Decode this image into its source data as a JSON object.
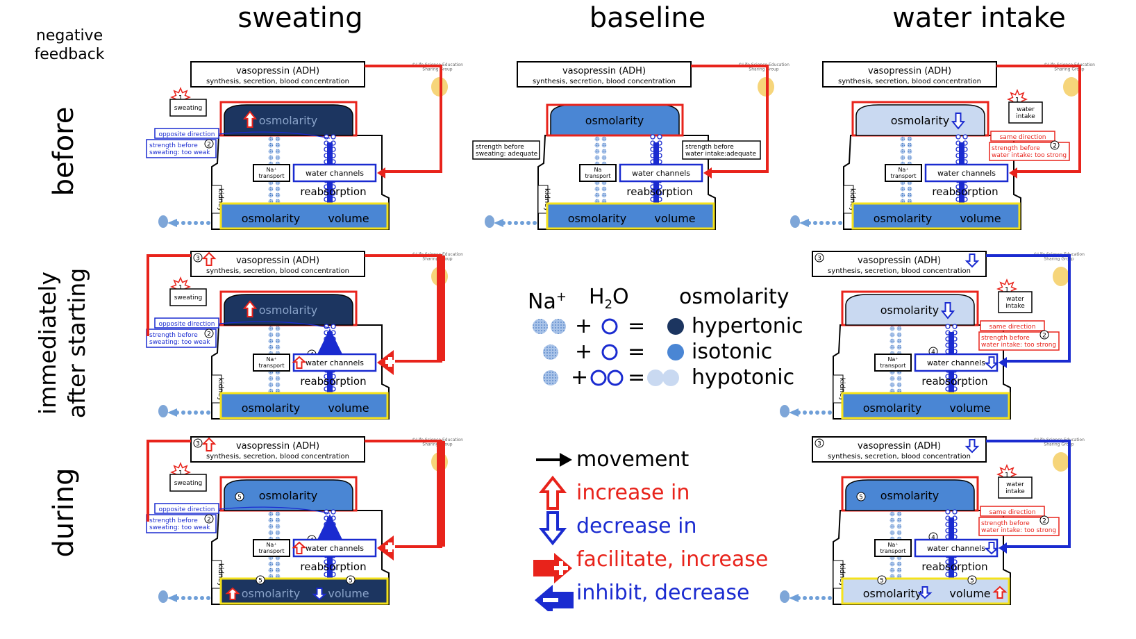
{
  "header": {
    "negative_feedback": "negative\nfeedback",
    "columns": [
      "sweating",
      "baseline",
      "water intake"
    ],
    "rows": [
      "before",
      "immediately\nafter starting",
      "during"
    ]
  },
  "diagram_text": {
    "adh_title": "vasopressin (ADH)",
    "adh_sub": "synthesis, secretion, blood concentration",
    "credit": "©Life Science Education\nSharing Group",
    "osmolarity": "osmolarity",
    "volume": "volume",
    "reabsorption": "reabsorption",
    "water_channels": "water channels",
    "na_transport": "Na⁺\ntransport",
    "na_transport_baseline": "Na\ntransport",
    "kidney": "kidney",
    "sweating": "sweating",
    "water_intake": "water\nintake",
    "opposite_direction": "opposite direction",
    "same_direction": "same direction",
    "strength_sweating_weak": "strength before\nsweating: too weak",
    "strength_sweating_adequate": "strength before\nsweating: adequate",
    "strength_intake_adequate": "strength before\nwater intake:adequate",
    "strength_intake_strong": "strength before\nwater intake: too strong",
    "step1": "1",
    "step2": "2",
    "step3": "3",
    "step4": "4",
    "step5": "5"
  },
  "legend": {
    "na": "Na",
    "na_sup": "+",
    "h2o_h": "H",
    "h2o_sub": "2",
    "h2o_o": "O",
    "osmolarity": "osmolarity",
    "plus": "+",
    "equals": "=",
    "hypertonic": "hypertonic",
    "isotonic": "isotonic",
    "hypotonic": "hypotonic",
    "movement": "movement",
    "increase_in": "increase in",
    "decrease_in": "decrease in",
    "facilitate": "facilitate, increase",
    "inhibit": "inhibit, decrease"
  },
  "colors": {
    "red": "#e8231b",
    "blue": "#1a2bd0",
    "dark_navy": "#1c3560",
    "mid_blue": "#4a86d4",
    "light_blue": "#c9d9f1",
    "yellow": "#f5e21b",
    "dot_blue": "#6f9fd8"
  }
}
